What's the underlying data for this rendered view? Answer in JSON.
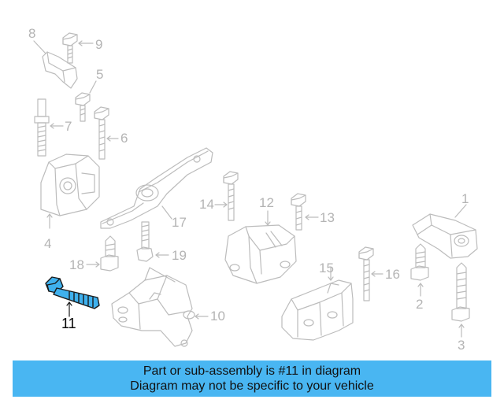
{
  "colors": {
    "line": "#bcbcbc",
    "highlight_part": "#3fb1ee",
    "highlight_outline": "#1a1a1a",
    "banner_bg": "#49b6f2"
  },
  "callouts": {
    "c1": "1",
    "c2": "2",
    "c3": "3",
    "c4": "4",
    "c5": "5",
    "c6": "6",
    "c7": "7",
    "c8": "8",
    "c9": "9",
    "c10": "10",
    "c11": "11",
    "c12": "12",
    "c13": "13",
    "c14": "14",
    "c15": "15",
    "c16": "16",
    "c17": "17",
    "c18": "18",
    "c19": "19"
  },
  "highlighted_part": "11",
  "banner": {
    "line1": "Part or sub-assembly is #11 in diagram",
    "line2": "Diagram may not be specific to your vehicle"
  }
}
